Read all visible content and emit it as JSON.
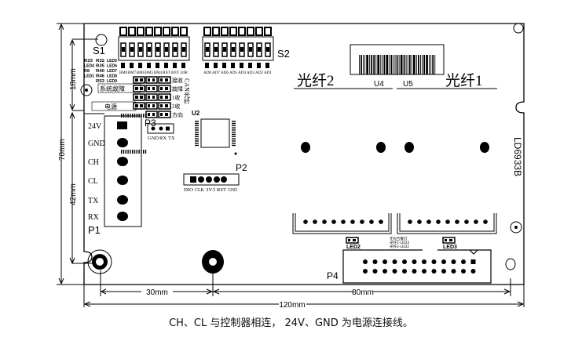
{
  "board": {
    "model": "LD6933B",
    "switch_s1": {
      "label": "S1",
      "positions": [
        "BM8",
        "BM7",
        "BM6",
        "BM5",
        "BM4",
        "RST",
        "BOOT",
        "120R"
      ]
    },
    "switch_s2": {
      "label": "S2",
      "positions": [
        "AD8",
        "AD7",
        "AD6",
        "AD5",
        "AD4",
        "AD3",
        "AD2",
        "AD1"
      ]
    },
    "led_refs": [
      [
        "R23",
        "R32",
        "LED5"
      ],
      [
        "LED4",
        "R35",
        "LED6"
      ],
      [
        "R8",
        "R40",
        "LED7"
      ],
      [
        "LED1",
        "R46",
        "LED8"
      ],
      [
        "",
        "R53",
        "LED9"
      ]
    ],
    "jumper_labels": {
      "fault": "系统故障",
      "power": "电源",
      "rows": [
        "接收",
        "故障",
        "1收",
        "2收",
        "方向"
      ],
      "vertical": "CAN光纤"
    },
    "chip": "U2",
    "p3": {
      "label": "P3",
      "pins": [
        "GND",
        "RX",
        "TX"
      ]
    },
    "p2": {
      "label": "P2",
      "pins": [
        "DIO",
        "CLK",
        "3V3",
        "RST",
        "GND"
      ]
    },
    "p1": {
      "label": "P1",
      "pins": [
        "24V",
        "GND",
        "CH",
        "CL",
        "TX",
        "RX"
      ]
    },
    "fiber": {
      "fiber2": "光纤2",
      "fiber1": "光纤1",
      "u4": "U4",
      "u5": "U5"
    },
    "leds": {
      "led2": "LED2",
      "led3": "LED3",
      "legend": [
        "无光告警灯",
        "光纤1-LED3",
        "光纤2-LED2"
      ]
    },
    "p4": {
      "label": "P4"
    }
  },
  "dimensions": {
    "d70": "70mm",
    "d18": "18mm",
    "d42": "42mm",
    "d30": "30mm",
    "d80": "80mm",
    "d120": "120mm"
  },
  "caption": "CH、CL 与控制器相连， 24V、GND 为电源连接线。"
}
